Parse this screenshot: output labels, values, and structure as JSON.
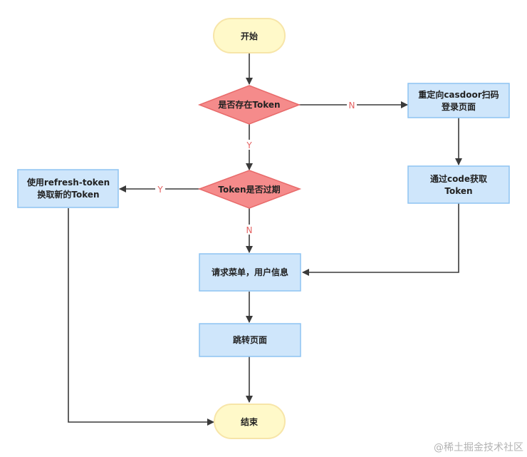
{
  "colors": {
    "terminal_fill": "#fff9c9",
    "terminal_stroke": "#f7e5a8",
    "process_fill": "#cfe6fb",
    "process_stroke": "#8ec4f2",
    "decision_fill": "#f58b8b",
    "decision_stroke": "#e86a6a",
    "edge": "#3a3a3a",
    "edge_label": "#e46262"
  },
  "nodes": {
    "start": "开始",
    "check_token": "是否存在Token",
    "redirect_line1": "重定向casdoor扫码",
    "redirect_line2": "登录页面",
    "get_token_line1": "通过code获取",
    "get_token_line2": "Token",
    "token_expired": "Token是否过期",
    "refresh_line1": "使用refresh-token",
    "refresh_line2": "换取新的Token",
    "request_menu": "请求菜单，用户信息",
    "jump_page": "跳转页面",
    "end": "结束"
  },
  "edge_labels": {
    "check_no": "N",
    "check_yes": "Y",
    "expired_yes": "Y",
    "expired_no": "N"
  },
  "watermark": "@稀土掘金技术社区"
}
